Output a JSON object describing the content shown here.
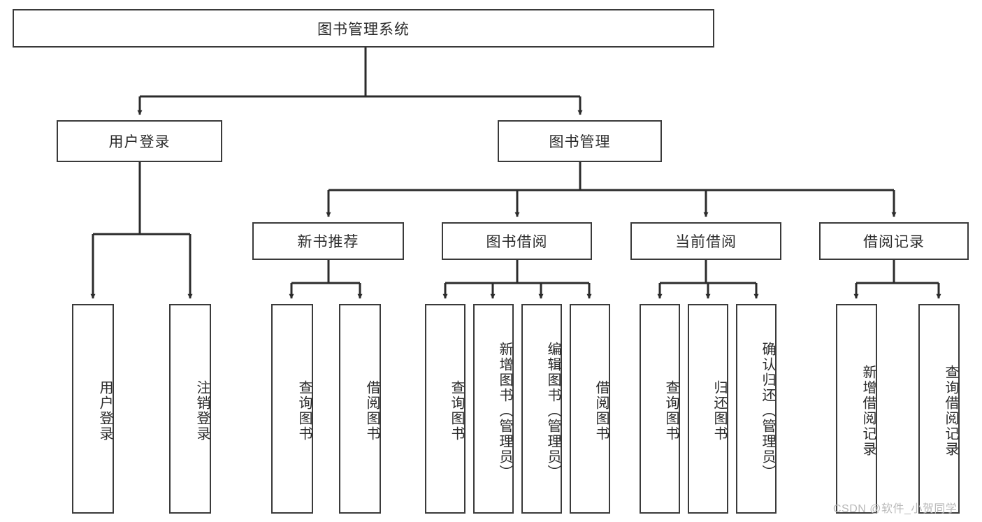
{
  "diagram": {
    "title": "图书管理系统",
    "type": "hierarchy-tree",
    "levels": 4,
    "root": {
      "id": "root",
      "label": "图书管理系统"
    },
    "level2": [
      {
        "id": "user-login",
        "label": "用户登录"
      },
      {
        "id": "book-manage",
        "label": "图书管理"
      }
    ],
    "level3": [
      {
        "id": "new-book-recommend",
        "label": "新书推荐",
        "parent": "book-manage"
      },
      {
        "id": "book-borrow",
        "label": "图书借阅",
        "parent": "book-manage"
      },
      {
        "id": "current-borrow",
        "label": "当前借阅",
        "parent": "book-manage"
      },
      {
        "id": "borrow-record",
        "label": "借阅记录",
        "parent": "book-manage"
      }
    ],
    "leaves": [
      {
        "id": "leaf-user-login",
        "label": "用户登录",
        "parent": "user-login"
      },
      {
        "id": "leaf-user-logout",
        "label": "注销登录",
        "parent": "user-login"
      },
      {
        "id": "leaf-query-book-1",
        "label": "查询图书",
        "parent": "new-book-recommend"
      },
      {
        "id": "leaf-borrow-book-1",
        "label": "借阅图书",
        "parent": "new-book-recommend"
      },
      {
        "id": "leaf-query-book-2",
        "label": "查询图书",
        "parent": "book-borrow"
      },
      {
        "id": "leaf-add-book",
        "label": "新增图书（管理员）",
        "parent": "book-borrow"
      },
      {
        "id": "leaf-edit-book",
        "label": "编辑图书（管理员）",
        "parent": "book-borrow"
      },
      {
        "id": "leaf-borrow-book-2",
        "label": "借阅图书",
        "parent": "book-borrow"
      },
      {
        "id": "leaf-query-book-3",
        "label": "查询图书",
        "parent": "current-borrow"
      },
      {
        "id": "leaf-return-book",
        "label": "归还图书",
        "parent": "current-borrow"
      },
      {
        "id": "leaf-confirm-return",
        "label": "确认归还（管理员）",
        "parent": "current-borrow"
      },
      {
        "id": "leaf-add-record",
        "label": "新增借阅记录",
        "parent": "borrow-record"
      },
      {
        "id": "leaf-query-record",
        "label": "查询借阅记录",
        "parent": "borrow-record"
      }
    ],
    "colors": {
      "stroke": "#3a3a3a",
      "fill": "#ffffff",
      "text": "#2b2b2b",
      "watermark": "#b9b9b9"
    }
  },
  "watermark": {
    "text": "CSDN @软件_小贺同学"
  }
}
